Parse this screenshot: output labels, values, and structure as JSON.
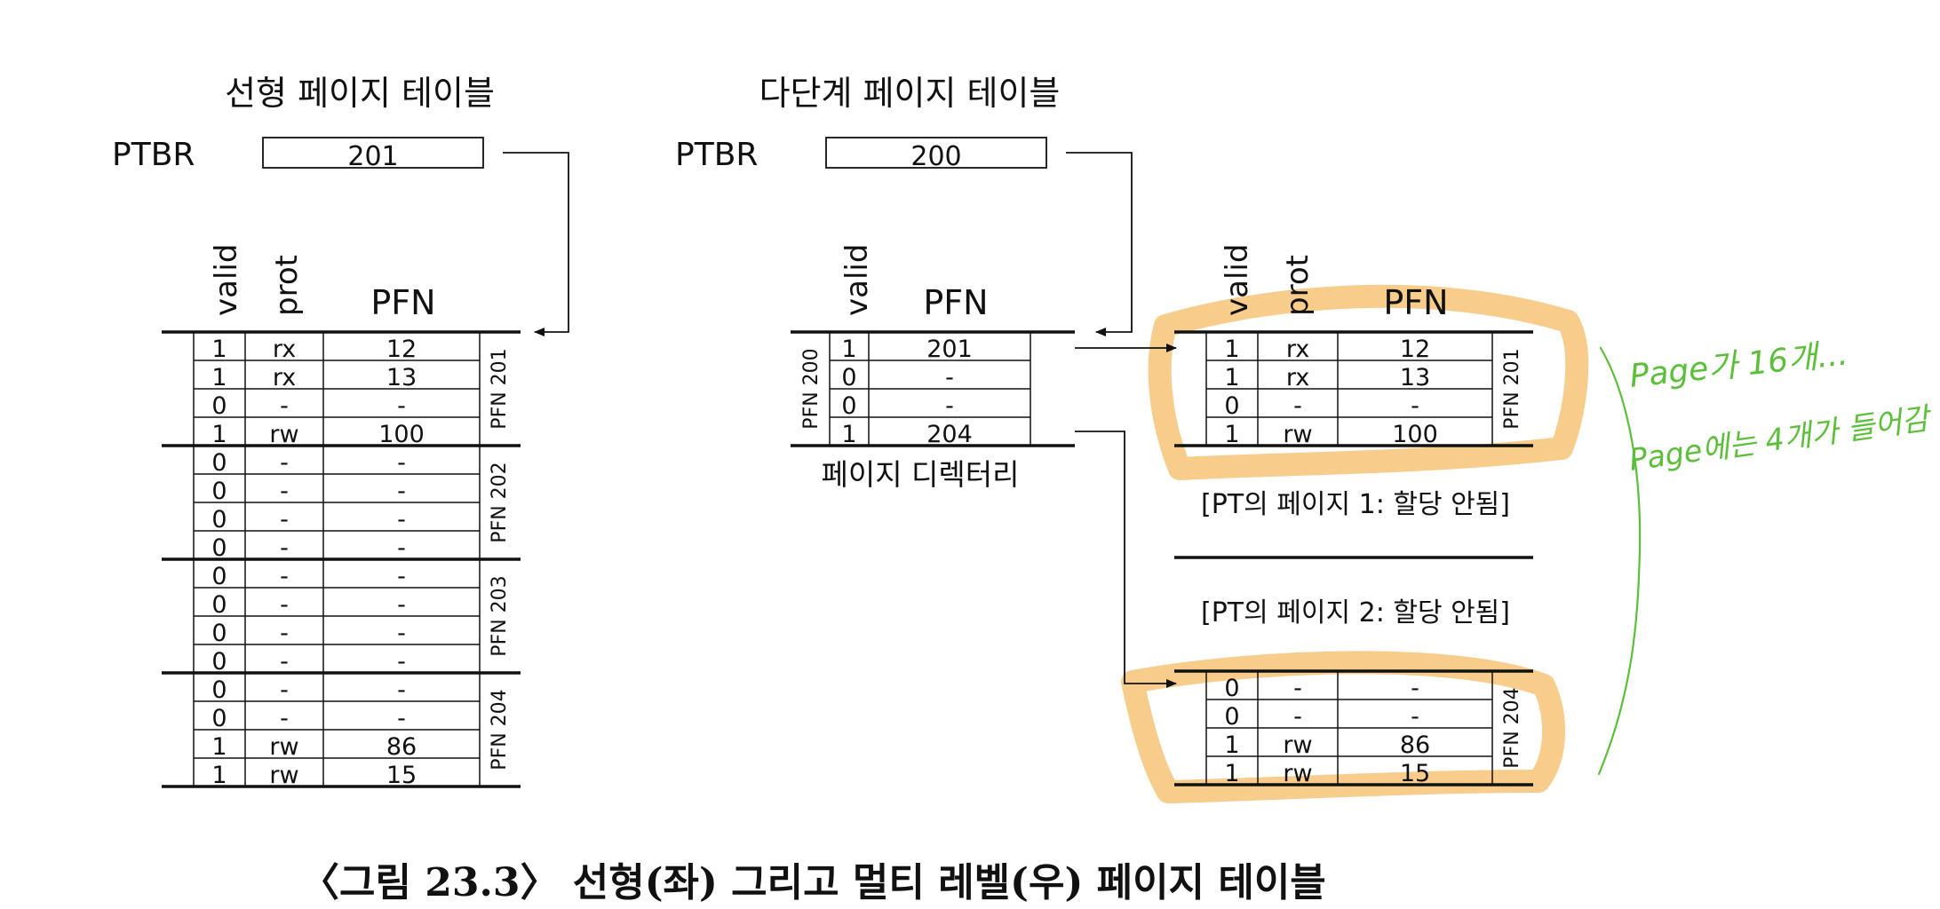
{
  "linear": {
    "title": "선형 페이지 테이블",
    "ptbr_label": "PTBR",
    "ptbr_value": "201",
    "col_valid": "valid",
    "col_prot": "prot",
    "col_pfn": "PFN",
    "groups": [
      {
        "label": "PFN 201",
        "rows": [
          [
            "1",
            "rx",
            "12"
          ],
          [
            "1",
            "rx",
            "13"
          ],
          [
            "0",
            "-",
            "-"
          ],
          [
            "1",
            "rw",
            "100"
          ]
        ]
      },
      {
        "label": "PFN 202",
        "rows": [
          [
            "0",
            "-",
            "-"
          ],
          [
            "0",
            "-",
            "-"
          ],
          [
            "0",
            "-",
            "-"
          ],
          [
            "0",
            "-",
            "-"
          ]
        ]
      },
      {
        "label": "PFN 203",
        "rows": [
          [
            "0",
            "-",
            "-"
          ],
          [
            "0",
            "-",
            "-"
          ],
          [
            "0",
            "-",
            "-"
          ],
          [
            "0",
            "-",
            "-"
          ]
        ]
      },
      {
        "label": "PFN 204",
        "rows": [
          [
            "0",
            "-",
            "-"
          ],
          [
            "0",
            "-",
            "-"
          ],
          [
            "1",
            "rw",
            "86"
          ],
          [
            "1",
            "rw",
            "15"
          ]
        ]
      }
    ]
  },
  "multilevel": {
    "title": "다단계 페이지 테이블",
    "ptbr_label": "PTBR",
    "ptbr_value": "200",
    "directory": {
      "col_valid": "valid",
      "col_pfn": "PFN",
      "side_label": "PFN 200",
      "caption": "페이지 디렉터리",
      "rows": [
        [
          "1",
          "201"
        ],
        [
          "0",
          "-"
        ],
        [
          "0",
          "-"
        ],
        [
          "1",
          "204"
        ]
      ]
    },
    "page_tables": {
      "col_valid": "valid",
      "col_prot": "prot",
      "col_pfn": "PFN",
      "pfn201": {
        "label": "PFN 201",
        "rows": [
          [
            "1",
            "rx",
            "12"
          ],
          [
            "1",
            "rx",
            "13"
          ],
          [
            "0",
            "-",
            "-"
          ],
          [
            "1",
            "rw",
            "100"
          ]
        ]
      },
      "unalloc1": "[PT의 페이지 1: 할당 안됨]",
      "unalloc2": "[PT의 페이지 2: 할당 안됨]",
      "pfn204": {
        "label": "PFN 204",
        "rows": [
          [
            "0",
            "-",
            "-"
          ],
          [
            "0",
            "-",
            "-"
          ],
          [
            "1",
            "rw",
            "86"
          ],
          [
            "1",
            "rw",
            "15"
          ]
        ]
      }
    }
  },
  "annotation": {
    "line1": "Page가 16개...",
    "line2": "Page에는 4개가 들어감",
    "ink_color": "#5cbf3a",
    "highlight_color": "#f7c77e"
  },
  "figure_caption": "〈그림 23.3〉 선형(좌) 그리고 멀티 레벨(우) 페이지 테이블"
}
